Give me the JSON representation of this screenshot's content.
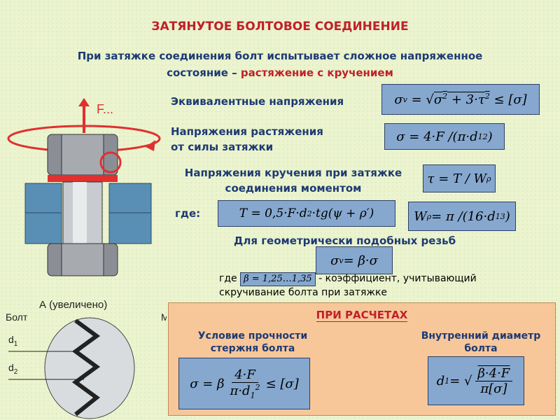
{
  "title": "ЗАТЯНУТОЕ БОЛТОВОЕ СОЕДИНЕНИЕ",
  "intro": {
    "line1": "При затяжке соединения болт испытывает сложное напряженное",
    "line2_prefix": "состояние – ",
    "line2_highlight": "растяжение с кручением"
  },
  "labels": {
    "equivalent": "Эквивалентные напряжения",
    "tension_1": "Напряжения растяжения",
    "tension_2": "от силы затяжки",
    "torsion_1": "Напряжения кручения при затяжке",
    "torsion_2": "соединения моментом",
    "where": "где:",
    "similar": "Для геометрически подобных резьб"
  },
  "note": {
    "prefix": "где",
    "beta": "β = 1,25…1,35",
    "suffix": " - коэффициент, учитывающий",
    "line2": "скручивание болта при затяжке"
  },
  "panel": {
    "title": "ПРИ РАСЧЕТАХ",
    "strength_1": "Условие прочности",
    "strength_2": "стержня болта",
    "inner_1": "Внутренний диаметр",
    "inner_2": "болта"
  },
  "figure": {
    "force_label": "F...",
    "view_label": "А (увеличено)",
    "bolt_label": "Болт",
    "d1_label": "d",
    "d1_sub": "1",
    "d2_label": "d",
    "d2_sub": "2",
    "m_label": "М"
  },
  "colors": {
    "title_red": "#c0202a",
    "text_blue": "#1d3a73",
    "formula_bg": "#86a8cf",
    "panel_bg": "#f7c79a"
  }
}
